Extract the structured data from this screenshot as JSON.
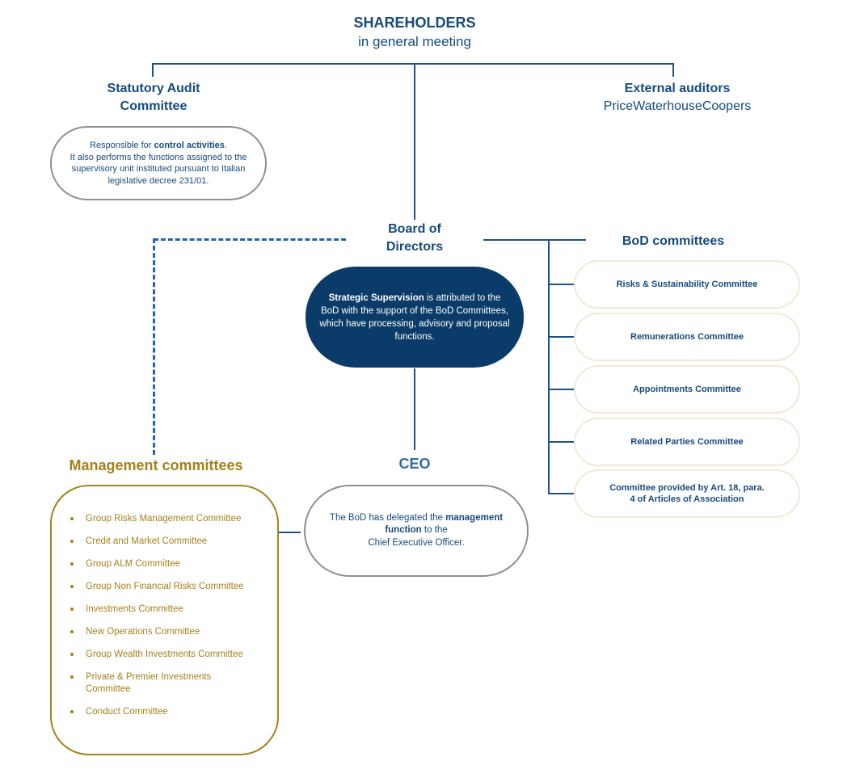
{
  "palette": {
    "navy_text": "#164a7e",
    "navy_fill": "#0b3c69",
    "blue_line": "#1d5189",
    "blue_dotted": "#2265ad",
    "blue_ceo": "#2e6ca6",
    "gold": "#a5811b",
    "cream_border": "#f0ead6",
    "gray_border": "#8f8f8f"
  },
  "shareholders": {
    "title": "SHAREHOLDERS",
    "subtitle": "in general meeting"
  },
  "statutory_audit": {
    "title_line1": "Statutory Audit",
    "title_line2": "Committee",
    "note_pre": "Responsible for ",
    "note_bold": "control activities",
    "note_post": ".",
    "note_rest": "It also performs the functions assigned to the supervisory unit instituted pursuant to Italian legislative decree 231/01."
  },
  "external_auditors": {
    "title": "External auditors",
    "name": "PriceWaterhouseCoopers"
  },
  "board": {
    "title_line1": "Board of",
    "title_line2": "Directors",
    "note_bold": "Strategic Supervision",
    "note_rest": " is attributed to the BoD with the support of the BoD Committees, which have processing, advisory and proposal functions."
  },
  "bod_committees": {
    "title": "BoD committees",
    "items": [
      "Risks & Sustainability Committee",
      "Remunerations Committee",
      "Appointments Committee",
      "Related Parties Committee",
      "Committee provided by Art. 18, para. 4 of Articles of Association"
    ]
  },
  "ceo": {
    "title": "CEO",
    "note_pre": "The BoD has delegated the ",
    "note_bold": "management function",
    "note_post": " to the",
    "note_line2": "Chief Executive Officer."
  },
  "management": {
    "title": "Management committees",
    "items": [
      "Group Risks Management Committee",
      "Credit and Market Committee",
      "Group ALM Committee",
      "Group Non Financial Risks Committee",
      "Investments Committee",
      "New Operations Committee",
      "Group Wealth Investments Committee",
      "Private & Premier Investments Committee",
      "Conduct Committee"
    ]
  }
}
